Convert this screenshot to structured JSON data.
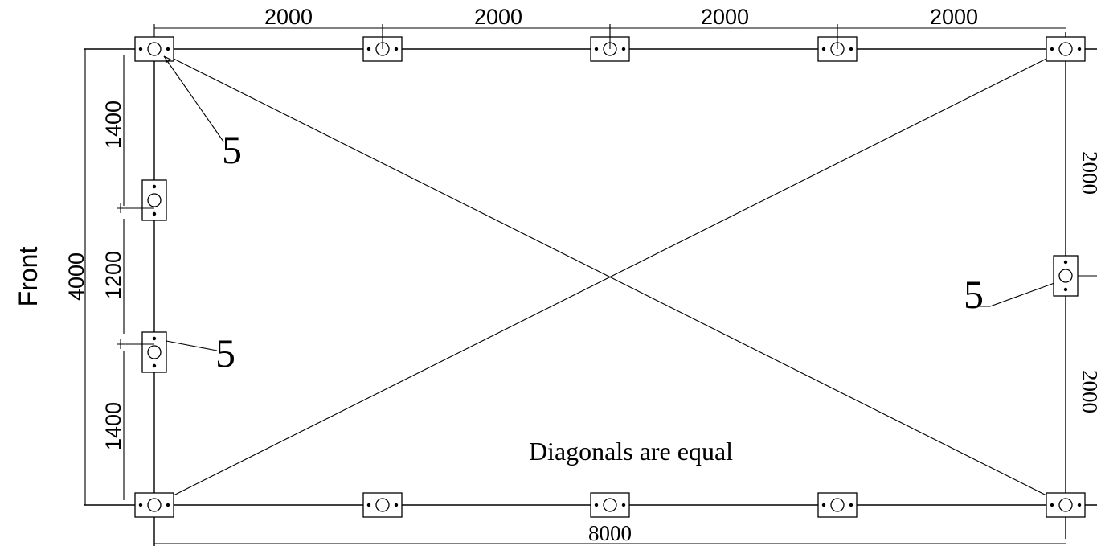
{
  "drawing": {
    "side_label": "Front",
    "note": "Diagonals are equal",
    "top_dimensions": [
      "2000",
      "2000",
      "2000",
      "2000"
    ],
    "bottom_dimension": "8000",
    "left_overall_dimension": "4000",
    "left_dimensions": [
      "1400",
      "1200",
      "1400"
    ],
    "right_dimensions": [
      "2000",
      "2000"
    ],
    "callouts": [
      "5",
      "5",
      "5"
    ]
  }
}
